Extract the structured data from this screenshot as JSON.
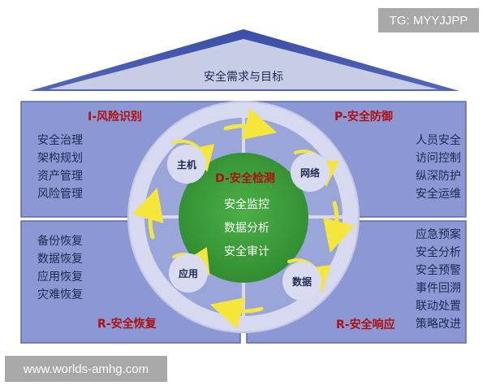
{
  "watermarks": {
    "top": "TG: MYYJJPP",
    "bottom": "www.worlds-amhg.com"
  },
  "roof": {
    "title": "安全需求与目标"
  },
  "quadrants": {
    "identify": {
      "title": "I-风险识别",
      "items": [
        "安全治理",
        "架构规划",
        "资产管理",
        "风险管理"
      ]
    },
    "protect": {
      "title": "P-安全防御",
      "items": [
        "人员安全",
        "访问控制",
        "纵深防护",
        "安全运维"
      ]
    },
    "recover": {
      "title": "R-安全恢复",
      "items": [
        "备份恢复",
        "数据恢复",
        "应用恢复",
        "灾难恢复"
      ]
    },
    "respond": {
      "title": "R-安全响应",
      "items": [
        "应急预案",
        "安全分析",
        "安全预警",
        "事件回溯",
        "联动处置",
        "策略改进"
      ]
    }
  },
  "core": {
    "title": "D-安全检测",
    "items": [
      "安全监控",
      "数据分析",
      "安全审计"
    ]
  },
  "nodes": {
    "host": "主机",
    "network": "网络",
    "application": "应用",
    "data": "数据"
  },
  "colors": {
    "roof": "#3a4ea8",
    "roof_title_band": "#c8cde6",
    "panel": "#8c98d3",
    "panel_border": "#5a68b0",
    "ring": "#d6d9ef",
    "core": "#3d9a3a",
    "arrow": "#f5e63a",
    "title_red": "#b01010"
  }
}
